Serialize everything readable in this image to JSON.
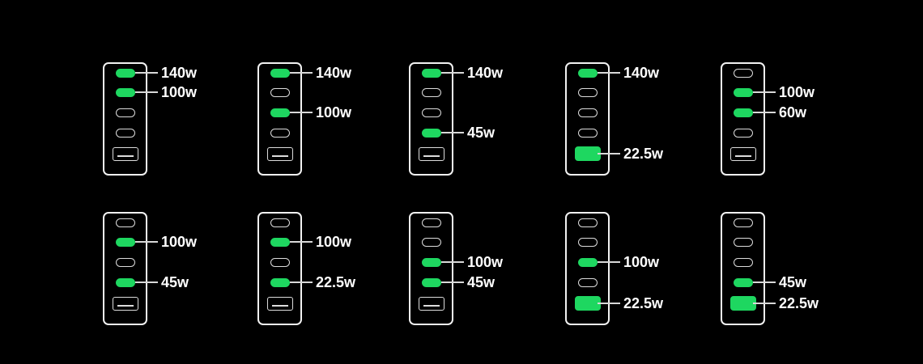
{
  "colors": {
    "background": "#000000",
    "active_port": "#1ed760",
    "outline": "#f2f2f2"
  },
  "port_layout": [
    "usb-c",
    "usb-c",
    "usb-c",
    "usb-c",
    "usb-a"
  ],
  "configurations": [
    {
      "outputs": [
        {
          "port": 1,
          "watts": "140w"
        },
        {
          "port": 2,
          "watts": "100w"
        }
      ]
    },
    {
      "outputs": [
        {
          "port": 1,
          "watts": "140w"
        },
        {
          "port": 3,
          "watts": "100w"
        }
      ]
    },
    {
      "outputs": [
        {
          "port": 1,
          "watts": "140w"
        },
        {
          "port": 4,
          "watts": "45w"
        }
      ]
    },
    {
      "outputs": [
        {
          "port": 1,
          "watts": "140w"
        },
        {
          "port": 5,
          "watts": "22.5w"
        }
      ]
    },
    {
      "outputs": [
        {
          "port": 2,
          "watts": "100w"
        },
        {
          "port": 3,
          "watts": "60w"
        }
      ]
    },
    {
      "outputs": [
        {
          "port": 2,
          "watts": "100w"
        },
        {
          "port": 4,
          "watts": "45w"
        }
      ]
    },
    {
      "outputs": [
        {
          "port": 2,
          "watts": "100w"
        },
        {
          "port": 4,
          "watts": "22.5w"
        }
      ]
    },
    {
      "outputs": [
        {
          "port": 3,
          "watts": "100w"
        },
        {
          "port": 4,
          "watts": "45w"
        }
      ]
    },
    {
      "outputs": [
        {
          "port": 3,
          "watts": "100w"
        },
        {
          "port": 5,
          "watts": "22.5w"
        }
      ]
    },
    {
      "outputs": [
        {
          "port": 4,
          "watts": "45w"
        },
        {
          "port": 5,
          "watts": "22.5w"
        }
      ]
    }
  ]
}
